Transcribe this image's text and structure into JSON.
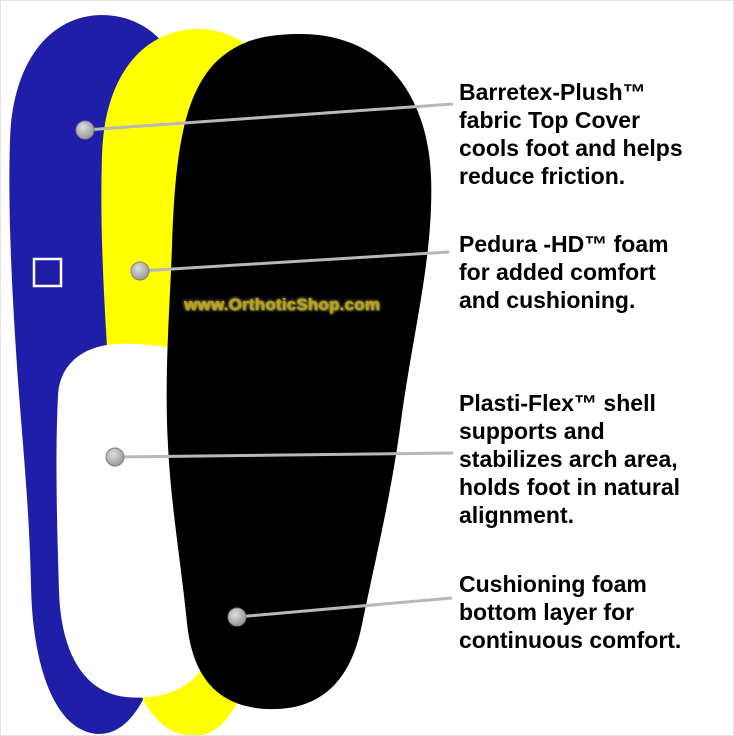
{
  "watermark": {
    "text": "www.OrthoticShop.com",
    "color": "#bfa300"
  },
  "colors": {
    "top_cover_blue": "#1e1ea8",
    "foam_yellow": "#ffff00",
    "shell_white": "#ffffff",
    "bottom_foam_black": "#000000",
    "callout_line": "#b8b8b8",
    "callout_dot": "#9a9a9a",
    "text": "#000000"
  },
  "callouts": [
    {
      "id": "top-cover",
      "label": "Barretex-Plush™\nfabric Top Cover\ncools foot and helps\nreduce friction."
    },
    {
      "id": "foam",
      "label": "Pedura -HD™ foam\nfor added comfort\nand cushioning."
    },
    {
      "id": "shell",
      "label": "Plasti-Flex™ shell\nsupports and\nstabilizes arch area,\nholds foot in natural\nalignment."
    },
    {
      "id": "bottom-foam",
      "label": "Cushioning foam\nbottom layer for\ncontinuous comfort."
    }
  ]
}
